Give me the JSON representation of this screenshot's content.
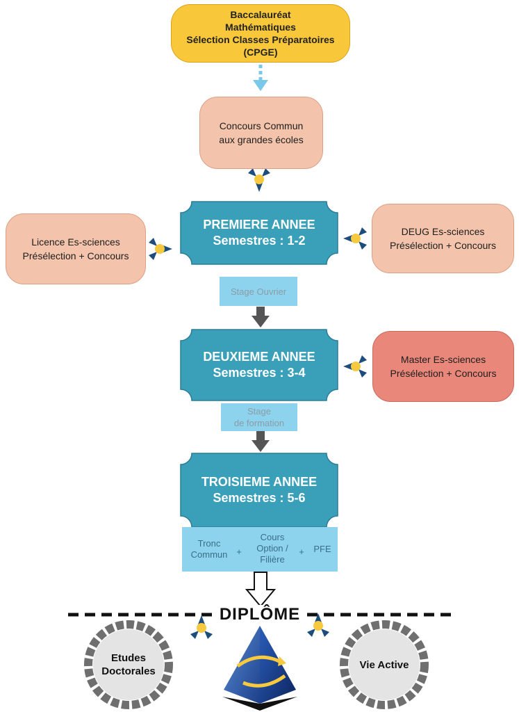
{
  "top": {
    "lines": [
      "Baccalauréat",
      "Mathématiques",
      "Sélection Classes Préparatoires",
      "(CPGE)"
    ]
  },
  "concours": {
    "lines": [
      "Concours Commun",
      "aux grandes écoles"
    ]
  },
  "licence": {
    "lines": [
      "Licence Es-sciences",
      "Présélection + Concours"
    ]
  },
  "deug": {
    "lines": [
      "DEUG Es-sciences",
      "Présélection + Concours"
    ]
  },
  "master": {
    "lines": [
      "Master Es-sciences",
      "Présélection + Concours"
    ]
  },
  "years": [
    {
      "title": "PREMIERE ANNEE",
      "semesters": "Semestres : 1-2"
    },
    {
      "title": "DEUXIEME ANNEE",
      "semesters": "Semestres : 3-4"
    },
    {
      "title": "TROISIEME ANNEE",
      "semesters": "Semestres : 5-6"
    }
  ],
  "stages": {
    "ouvrier": "Stage Ouvrier",
    "formation": [
      "Stage",
      "de formation"
    ]
  },
  "third_year": {
    "tronc": [
      "Tronc",
      "Commun"
    ],
    "plus1": "+",
    "cours": [
      "Cours",
      "Option /",
      "Filière"
    ],
    "plus2": "+",
    "pfe": "PFE"
  },
  "diplome": "DIPLÔME",
  "outcomes": {
    "etudes": [
      "Etudes",
      "Doctorales"
    ],
    "vie": "Vie Active"
  },
  "colors": {
    "yellow": "#f9c73a",
    "salmon": "#f3c4ab",
    "red": "#e8877a",
    "teal": "#3aa0ba",
    "light_blue": "#8dd3ee",
    "navy": "#1d4d7d",
    "gold": "#f7c93e"
  }
}
